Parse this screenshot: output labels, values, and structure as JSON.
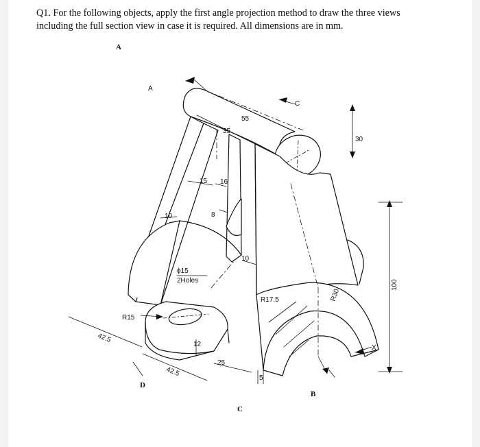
{
  "question": {
    "line1": "Q1. For the following objects, apply the first angle projection method to draw the three views",
    "line2": "including the full section view in case it is required. All dimensions are in mm."
  },
  "view_labels": {
    "a": "A",
    "b": "B",
    "c": "C",
    "d": "D"
  },
  "dimensions": {
    "arrow_a": "A",
    "arrow_c": "C",
    "arrow_x": "X",
    "d55": "55",
    "d35": "35",
    "d30": "30",
    "d15": "15",
    "d16": "16",
    "d10a": "10",
    "d8": "8",
    "d10b": "10",
    "hole_dia": "ϕ15",
    "hole_count": "2Holes",
    "r17_5": "R17.5",
    "r30": "R30",
    "d100": "100",
    "r15": "R15",
    "d42_5a": "42.5",
    "d42_5b": "42.5",
    "d12": "12",
    "d25": "25",
    "d5": "5"
  }
}
